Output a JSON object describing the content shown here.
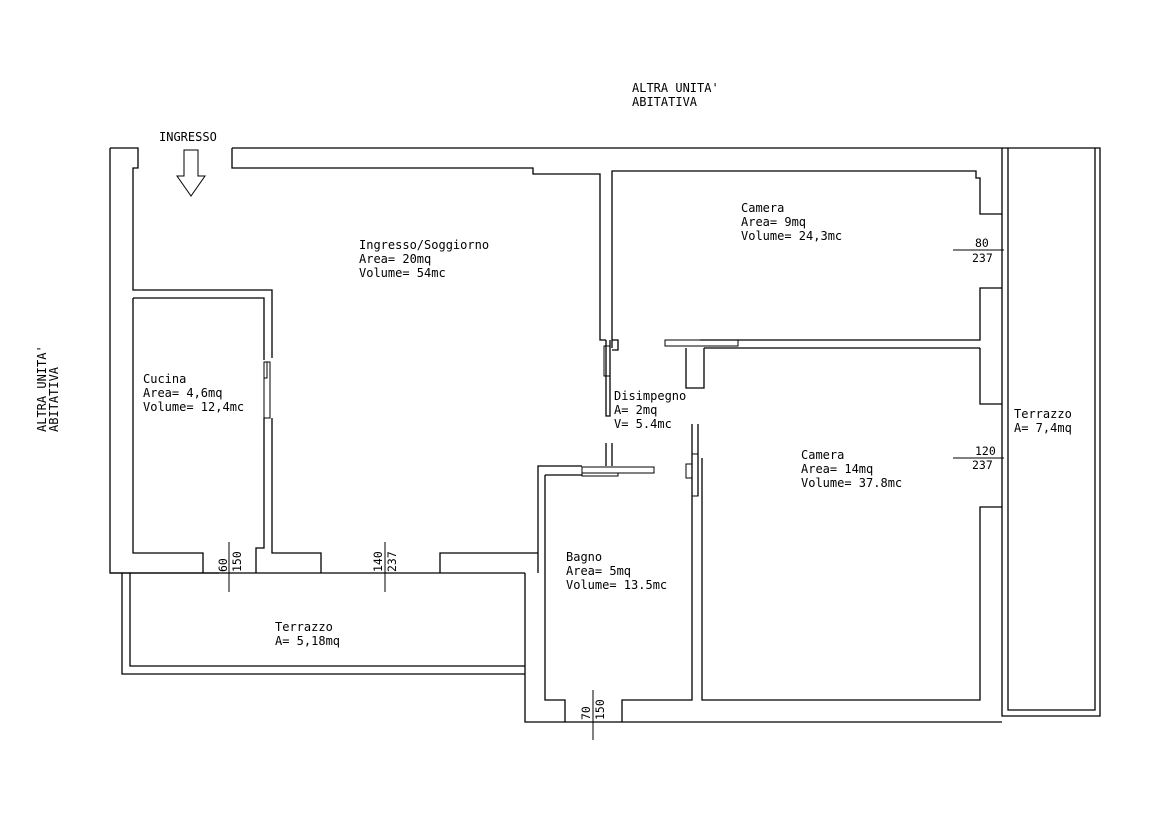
{
  "labels": {
    "other_unit_top": [
      "ALTRA UNITA'",
      "ABITATIVA"
    ],
    "other_unit_left": [
      "ALTRA UNITA'",
      "ABITATIVA"
    ],
    "entrance": "INGRESSO"
  },
  "rooms": {
    "soggiorno": {
      "name": "Ingresso/Soggiorno",
      "area": "Area= 20mq",
      "volume": "Volume= 54mc"
    },
    "camera1": {
      "name": "Camera",
      "area": "Area= 9mq",
      "volume": "Volume= 24,3mc"
    },
    "cucina": {
      "name": "Cucina",
      "area": "Area= 4,6mq",
      "volume": "Volume= 12,4mc"
    },
    "disimpegno": {
      "name": "Disimpegno",
      "area": "A= 2mq",
      "volume": "V=  5.4mc"
    },
    "camera2": {
      "name": "Camera",
      "area": "Area= 14mq",
      "volume": "Volume= 37.8mc"
    },
    "bagno": {
      "name": "Bagno",
      "area": "Area= 5mq",
      "volume": "Volume= 13.5mc"
    },
    "terrazzo_right": {
      "name": "Terrazzo",
      "area": "A= 7,4mq"
    },
    "terrazzo_bottom": {
      "name": "Terrazzo",
      "area": "A= 5,18mq"
    }
  },
  "windows": {
    "camera1": {
      "width": "80",
      "height": "237"
    },
    "camera2": {
      "width": "120",
      "height": "237"
    },
    "cucina": {
      "width": "60",
      "height": "150"
    },
    "soggiorno": {
      "width": "140",
      "height": "237"
    },
    "bagno": {
      "width": "70",
      "height": "150"
    }
  }
}
